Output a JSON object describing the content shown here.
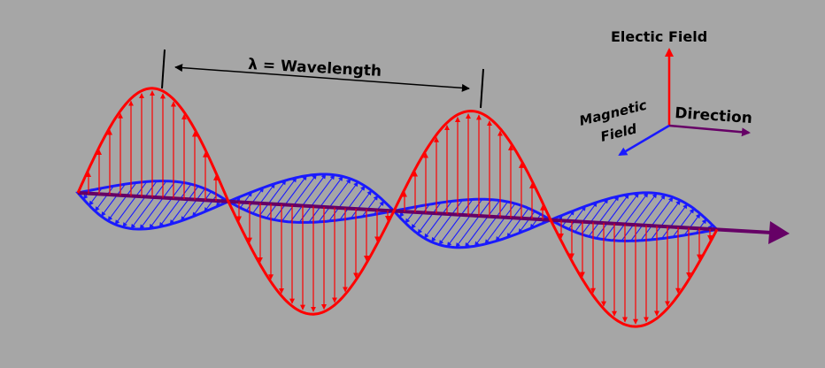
{
  "labels": {
    "wavelength": "λ = Wavelength",
    "electric_field": "Electic Field",
    "magnetic_field_line1": "Magnetic",
    "magnetic_field_line2": "Field",
    "direction": "Direction"
  },
  "colors": {
    "background": "#a6a6a6",
    "electric": "#ff0000",
    "magnetic": "#1a1aff",
    "propagation": "#660066",
    "annotation": "#000000"
  }
}
